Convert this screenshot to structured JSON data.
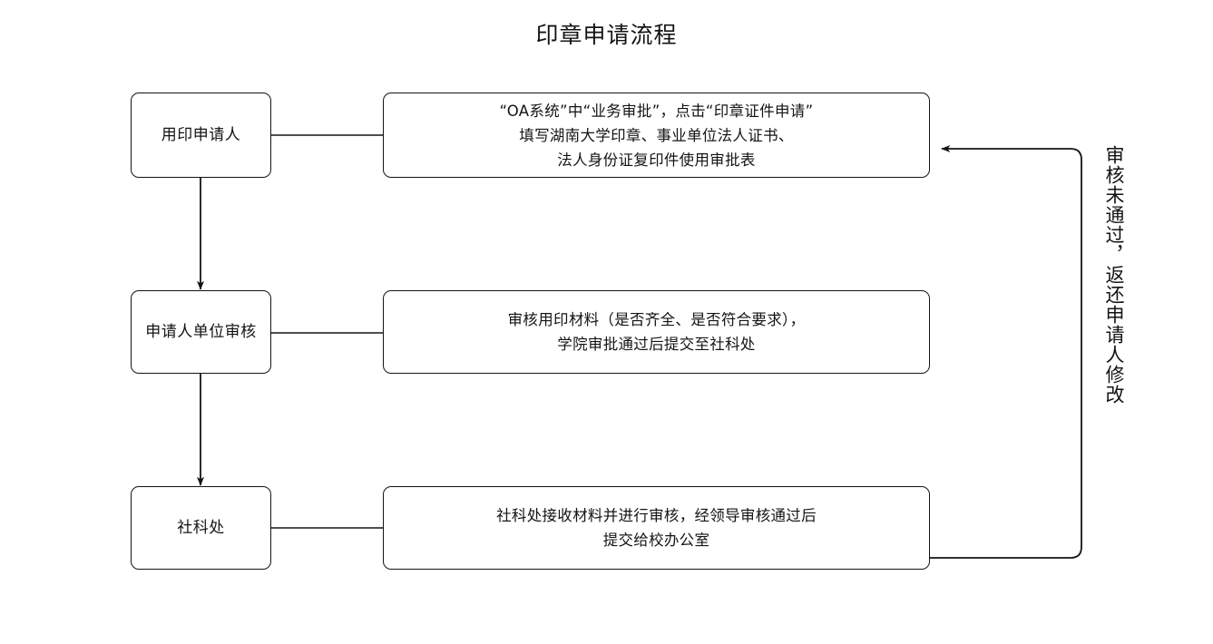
{
  "page": {
    "title": "印章申请流程",
    "background_color": "#ffffff",
    "line_color": "#141414",
    "text_color": "#141414"
  },
  "flow": {
    "steps": [
      {
        "id": "applicant",
        "role_label": "用印申请人",
        "detail_label": "“OA系统”中“业务审批”，点击“印章证件申请”\n填写湖南大学印章、事业单位法人证书、\n法人身份证复印件使用审批表"
      },
      {
        "id": "unit-review",
        "role_label": "申请人单位审核",
        "detail_label": "审核用印材料（是否齐全、是否符合要求），\n学院审批通过后提交至社科处"
      },
      {
        "id": "social-science-office",
        "role_label": "社科处",
        "detail_label": "社科处接收材料并进行审核，经领导审核通过后\n提交给校办公室"
      }
    ],
    "connectors": [
      {
        "name": "applicant-to-unit-review",
        "kind": "arrow-down"
      },
      {
        "name": "unit-review-to-social-science-office",
        "kind": "arrow-down"
      },
      {
        "name": "applicant-role-to-detail",
        "kind": "line"
      },
      {
        "name": "unit-review-role-to-detail",
        "kind": "line"
      },
      {
        "name": "social-science-office-role-to-detail",
        "kind": "line"
      }
    ],
    "feedback_loop": {
      "label": "审核未通过，返还申请人修改",
      "kind": "arrow-left-into-step-1"
    }
  }
}
